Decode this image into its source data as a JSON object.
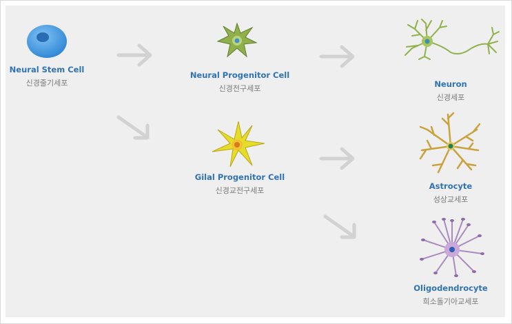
{
  "diagram": {
    "nodes": [
      {
        "id": "neural-stem-cell",
        "label_en": "Neural Stem Cell",
        "label_ko": "신경줄기세포"
      },
      {
        "id": "neural-progenitor-cell",
        "label_en": "Neural Progenitor Cell",
        "label_ko": "신경전구세포"
      },
      {
        "id": "gilal-progenitor-cell",
        "label_en": "Gilal Progenitor Cell",
        "label_ko": "신경교전구세포"
      },
      {
        "id": "neuron",
        "label_en": "Neuron",
        "label_ko": "신경세포"
      },
      {
        "id": "astrocyte",
        "label_en": "Astrocyte",
        "label_ko": "성상교세포"
      },
      {
        "id": "oligodendrocyte",
        "label_en": "Oligodendrocyte",
        "label_ko": "희소돌기아교세포"
      }
    ],
    "colors": {
      "label_en": "#2f73b5",
      "label_ko": "#7a7a7a",
      "arrow": "#d2d2d2",
      "panel": "#efefef",
      "stem_cell": "#4a9be0",
      "progenitor": "#8fb04a",
      "glial_progenitor": "#e6dc2a",
      "neuron": "#8fb04a",
      "astrocyte": "#c9a23c",
      "oligodendrocyte": "#a98ac0"
    }
  }
}
